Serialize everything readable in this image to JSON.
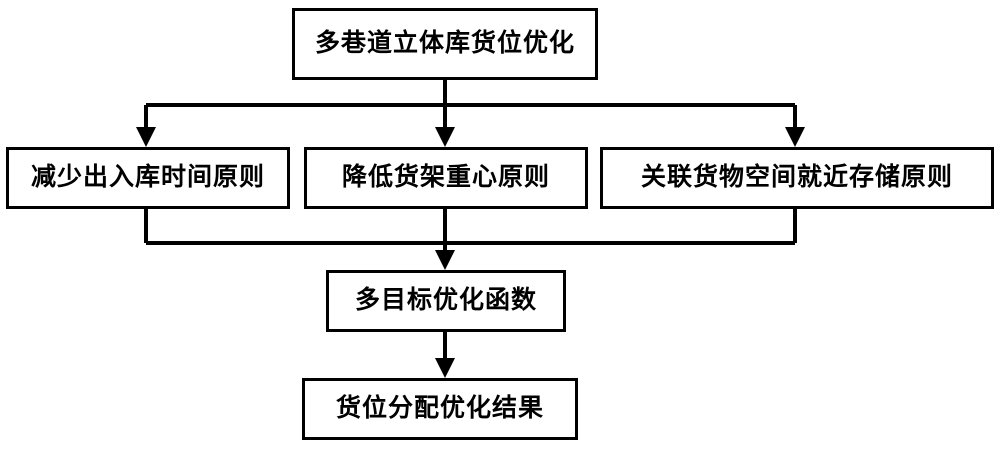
{
  "diagram": {
    "type": "flowchart",
    "title": "多巷道立体库货位优化",
    "nodes": [
      {
        "id": "root",
        "label": "多巷道立体库货位优化",
        "level": 0
      },
      {
        "id": "p1",
        "label": "减少出入库时间原则",
        "level": 1
      },
      {
        "id": "p2",
        "label": "降低货架重心原则",
        "level": 1
      },
      {
        "id": "p3",
        "label": "关联货物空间就近存储原则",
        "level": 1
      },
      {
        "id": "fn",
        "label": "多目标优化函数",
        "level": 2
      },
      {
        "id": "result",
        "label": "货位分配优化结果",
        "level": 3
      }
    ],
    "edges": [
      {
        "from": "root",
        "to": "p1",
        "arrow": "down"
      },
      {
        "from": "root",
        "to": "p2",
        "arrow": "down"
      },
      {
        "from": "root",
        "to": "p3",
        "arrow": "down"
      },
      {
        "from": "p1",
        "to": "fn",
        "arrow": "down"
      },
      {
        "from": "p2",
        "to": "fn",
        "arrow": "down"
      },
      {
        "from": "p3",
        "to": "fn",
        "arrow": "down"
      },
      {
        "from": "fn",
        "to": "result",
        "arrow": "down"
      }
    ],
    "colors": {
      "stroke": "#000000",
      "fill": "#ffffff",
      "text": "#000000"
    }
  }
}
